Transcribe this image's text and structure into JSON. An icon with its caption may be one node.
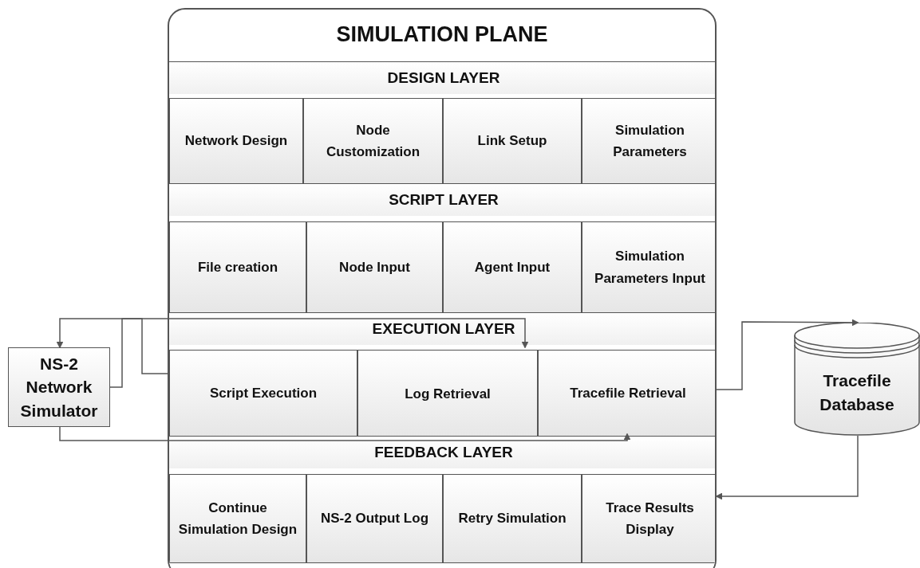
{
  "diagram": {
    "nodes": [
      {
        "text": [
          "SIMULATION PLANE"
        ]
      },
      {
        "text": [
          "DESIGN LAYER"
        ],
        "in": 0
      },
      {
        "text": [
          "Network Design"
        ],
        "in": 1
      },
      {
        "text": [
          "Node Customization"
        ],
        "in": 1
      },
      {
        "text": [
          "Link Setup"
        ],
        "in": 1
      },
      {
        "text": [
          "Simulation Parameters"
        ],
        "in": 1
      },
      {
        "text": [
          "SCRIPT LAYER"
        ],
        "in": 0
      },
      {
        "text": [
          "File creation"
        ],
        "in": 6
      },
      {
        "text": [
          "Node Input"
        ],
        "in": 6
      },
      {
        "text": [
          "Agent Input"
        ],
        "in": 6
      },
      {
        "text": [
          "Simulation Parameters Input"
        ],
        "in": 6
      },
      {
        "text": [
          "EXECUTION LAYER"
        ],
        "in": 0
      },
      {
        "text": [
          "Script Execution"
        ],
        "in": 11
      },
      {
        "text": [
          "Log Retrieval"
        ],
        "in": 11
      },
      {
        "text": [
          "Tracefile Retrieval"
        ],
        "in": 11
      },
      {
        "text": [
          "FEEDBACK LAYER"
        ],
        "in": 0
      },
      {
        "text": [
          "Continue Simulation Design"
        ],
        "in": 15
      },
      {
        "text": [
          "NS-2 Output Log"
        ],
        "in": 15
      },
      {
        "text": [
          "Retry Simulation"
        ],
        "in": 15
      },
      {
        "text": [
          "Trace Results Display"
        ],
        "in": 15
      },
      {
        "text": [
          "NS-2 Network Simulator"
        ]
      },
      {
        "text": [
          "Tracefile Database"
        ]
      }
    ],
    "edges": [
      {
        "from": 12,
        "to": 20,
        "arrow": "to"
      },
      {
        "from": 20,
        "to": 13,
        "arrow": "to"
      },
      {
        "from": 20,
        "to": 14,
        "arrow": "to"
      },
      {
        "from": 14,
        "to": 21,
        "arrow": "to"
      },
      {
        "from": 21,
        "to": 19,
        "arrow": "to"
      }
    ]
  }
}
